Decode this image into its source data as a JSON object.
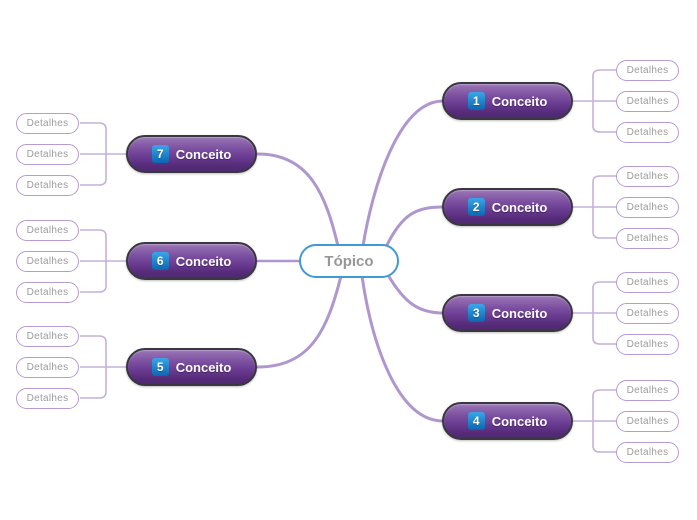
{
  "root": {
    "label": "Tópico"
  },
  "branches": [
    {
      "badge": "1",
      "label": "Conceito",
      "side": "right",
      "details": [
        "Detalhes",
        "Detalhes",
        "Detalhes"
      ]
    },
    {
      "badge": "2",
      "label": "Conceito",
      "side": "right",
      "details": [
        "Detalhes",
        "Detalhes",
        "Detalhes"
      ]
    },
    {
      "badge": "3",
      "label": "Conceito",
      "side": "right",
      "details": [
        "Detalhes",
        "Detalhes",
        "Detalhes"
      ]
    },
    {
      "badge": "4",
      "label": "Conceito",
      "side": "right",
      "details": [
        "Detalhes",
        "Detalhes",
        "Detalhes"
      ]
    },
    {
      "badge": "5",
      "label": "Conceito",
      "side": "left",
      "details": [
        "Detalhes",
        "Detalhes",
        "Detalhes"
      ]
    },
    {
      "badge": "6",
      "label": "Conceito",
      "side": "left",
      "details": [
        "Detalhes",
        "Detalhes",
        "Detalhes"
      ]
    },
    {
      "badge": "7",
      "label": "Conceito",
      "side": "left",
      "details": [
        "Detalhes",
        "Detalhes",
        "Detalhes"
      ]
    }
  ],
  "colors": {
    "background": "#ffffff",
    "branch_line": "#b096ce",
    "child_line": "#c4b1dc",
    "root_border": "#4199d4",
    "root_text": "#979797",
    "concept_border": "#39383e",
    "concept_top": "#9a77b6",
    "concept_bottom": "#4d2b6e",
    "concept_text": "#ffffff",
    "badge_top": "#3aa5e6",
    "badge_bottom": "#0b66b1",
    "badge_text": "#ffffff",
    "detail_border": "#b69bd3",
    "detail_text": "#9c9c9c",
    "detail_bg": "#ffffff"
  }
}
